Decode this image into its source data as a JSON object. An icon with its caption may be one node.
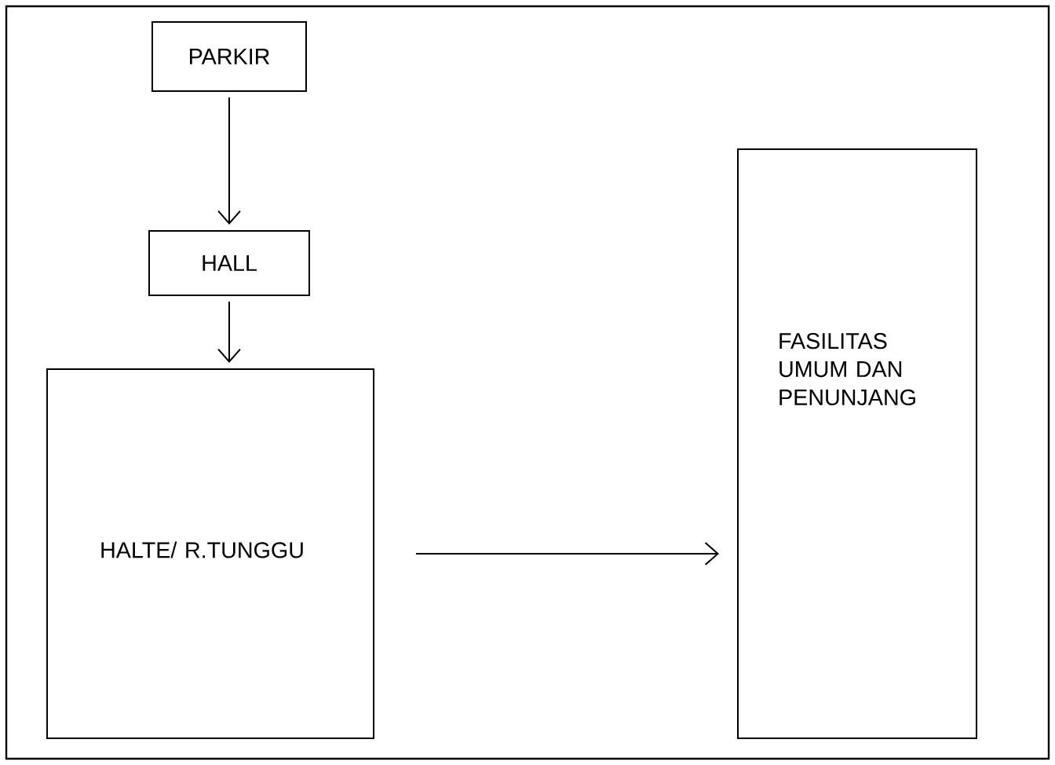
{
  "diagram": {
    "nodes": [
      {
        "text": [
          "PARKIR"
        ]
      },
      {
        "text": [
          "HALL"
        ]
      },
      {
        "text": [
          "HALTE/ R.TUNGGU"
        ]
      },
      {
        "text": [
          "FASILITAS UMUM DAN PENUNJANG"
        ]
      }
    ],
    "edges": [
      {
        "from": 0,
        "to": 1,
        "arrow": "to"
      },
      {
        "from": 1,
        "to": 2,
        "arrow": "to"
      },
      {
        "from": 2,
        "to": 3,
        "arrow": "to"
      }
    ]
  }
}
